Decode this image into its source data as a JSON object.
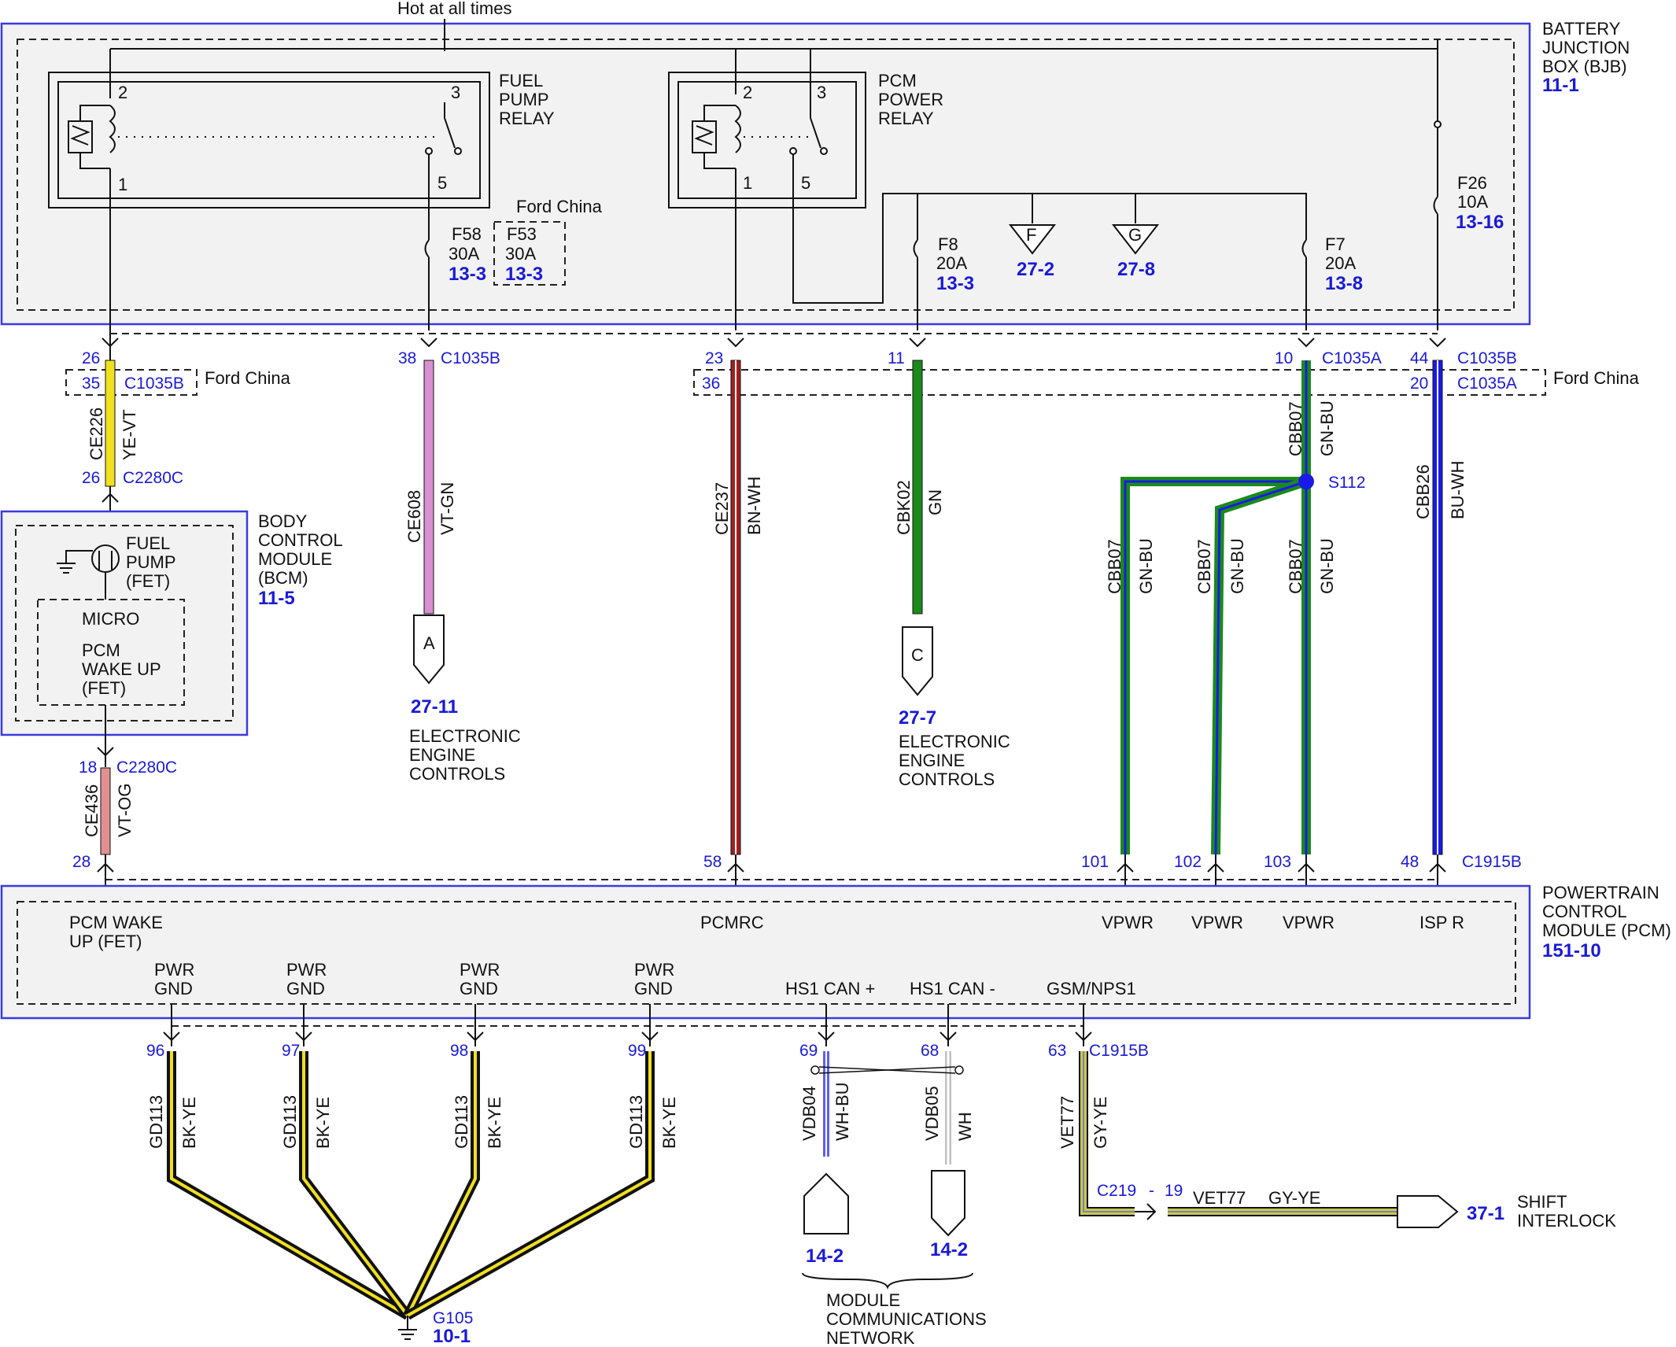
{
  "top_label": "Hot at all times",
  "bjb": {
    "l1": "BATTERY",
    "l2": "JUNCTION",
    "l3": "BOX (BJB)",
    "ref": "11-1"
  },
  "fuel_relay": {
    "l1": "FUEL",
    "l2": "PUMP",
    "l3": "RELAY",
    "p2": "2",
    "p3": "3",
    "p1": "1",
    "p5": "5"
  },
  "pcm_relay": {
    "l1": "PCM",
    "l2": "POWER",
    "l3": "RELAY",
    "p2": "2",
    "p3": "3",
    "p1": "1",
    "p5": "5"
  },
  "ford_china": "Ford China",
  "f58": {
    "name": "F58",
    "amp": "30A",
    "ref": "13-3"
  },
  "f53": {
    "name": "F53",
    "amp": "30A",
    "ref": "13-3"
  },
  "f8": {
    "name": "F8",
    "amp": "20A",
    "ref": "13-3"
  },
  "f7": {
    "name": "F7",
    "amp": "20A",
    "ref": "13-8"
  },
  "f26": {
    "name": "F26",
    "amp": "10A",
    "ref": "13-16"
  },
  "gndF": {
    "letter": "F",
    "ref": "27-2"
  },
  "gndG": {
    "letter": "G",
    "ref": "27-8"
  },
  "pins": {
    "p26a": "26",
    "c1035b_a": "C1035B",
    "p35": "35",
    "c1035b_b": "C1035B",
    "p26b": "26",
    "c2280c_a": "C2280C",
    "p38": "38",
    "c1035b_c": "C1035B",
    "p23": "23",
    "p36": "36",
    "p11": "11",
    "p10": "10",
    "c1035a_a": "C1035A",
    "p44": "44",
    "c1035b_d": "C1035B",
    "p20": "20",
    "c1035a_b": "C1035A",
    "p18": "18",
    "c2280c_b": "C2280C",
    "p28": "28",
    "p58": "58",
    "p101": "101",
    "p102": "102",
    "p103": "103",
    "p48": "48",
    "c1915b_a": "C1915B",
    "p96": "96",
    "p97": "97",
    "p98": "98",
    "p99": "99",
    "p69": "69",
    "p68": "68",
    "p63": "63",
    "c1915b_b": "C1915B",
    "s112": "S112",
    "c219": "C219",
    "dash": "-",
    "p19": "19",
    "g105": "G105"
  },
  "wires": {
    "ce226": "CE226",
    "ye_vt": "YE-VT",
    "ce608": "CE608",
    "vt_gn": "VT-GN",
    "ce237": "CE237",
    "bn_wh": "BN-WH",
    "cbk02": "CBK02",
    "gn": "GN",
    "cbb07": "CBB07",
    "gn_bu": "GN-BU",
    "cbb26": "CBB26",
    "bu_wh": "BU-WH",
    "ce436": "CE436",
    "vt_og": "VT-OG",
    "gd113": "GD113",
    "bk_ye": "BK-YE",
    "vdb04": "VDB04",
    "wh_bu": "WH-BU",
    "vdb05": "VDB05",
    "wh": "WH",
    "vet77": "VET77",
    "gy_ye": "GY-YE"
  },
  "bcm": {
    "l1": "BODY",
    "l2": "CONTROL",
    "l3": "MODULE",
    "l4": "(BCM)",
    "ref": "11-5",
    "fet1": "FUEL",
    "fet2": "PUMP",
    "fet3": "(FET)",
    "micro": "MICRO",
    "wk1": "PCM",
    "wk2": "WAKE UP",
    "wk3": "(FET)"
  },
  "conn_a": {
    "letter": "A",
    "ref": "27-11",
    "l1": "ELECTRONIC",
    "l2": "ENGINE",
    "l3": "CONTROLS"
  },
  "conn_c": {
    "letter": "C",
    "ref": "27-7",
    "l1": "ELECTRONIC",
    "l2": "ENGINE",
    "l3": "CONTROLS"
  },
  "pcm": {
    "l1": "POWERTRAIN",
    "l2": "CONTROL",
    "l3": "MODULE (PCM)",
    "ref": "151-10",
    "wake1": "PCM WAKE",
    "wake2": "UP (FET)",
    "pcmrc": "PCMRC",
    "vpwr": "VPWR",
    "ispr": "ISP R",
    "pwr": "PWR",
    "gnd": "GND",
    "hscp": "HS1 CAN +",
    "hscm": "HS1 CAN -",
    "gsm": "GSM/NPS1"
  },
  "net": {
    "ref1": "14-2",
    "ref2": "14-2",
    "l1": "MODULE",
    "l2": "COMMUNICATIONS",
    "l3": "NETWORK"
  },
  "shift": {
    "ref": "37-1",
    "l1": "SHIFT",
    "l2": "INTERLOCK"
  },
  "ground_ref": "10-1",
  "colors": {
    "box_blue": "#3a3ae0",
    "ref_blue": "#1a1ad8",
    "module_fill": "#f2f2f2",
    "yellow": "#f0e020",
    "violet": "#d890d0",
    "brown": "#a02020",
    "green": "#1a8a1a",
    "blue": "#1a1ae8",
    "pink": "#e09090",
    "gray": "#c0c0c0"
  }
}
